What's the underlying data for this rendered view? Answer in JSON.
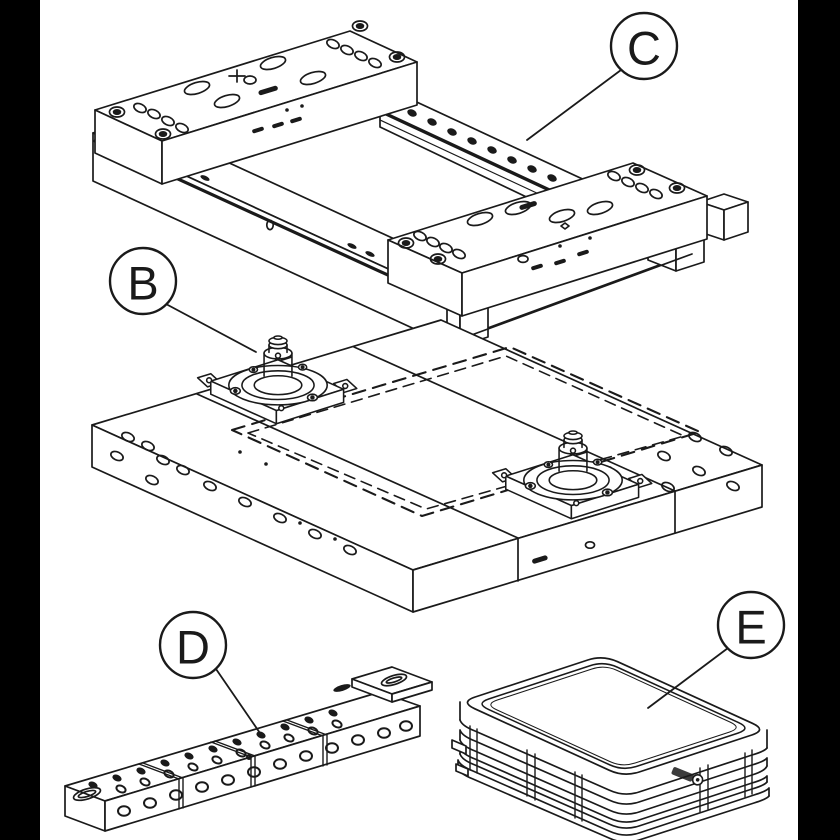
{
  "page": {
    "background_color": "#ffffff",
    "side_matte_color": "#000000",
    "line_color": "#1a1a1a"
  },
  "callouts": {
    "b": {
      "label": "B"
    },
    "c": {
      "label": "C"
    },
    "d": {
      "label": "D"
    },
    "e": {
      "label": "E"
    }
  },
  "icons": {
    "manufacturer_logo_mark": "manufacturer-logo-mark"
  }
}
